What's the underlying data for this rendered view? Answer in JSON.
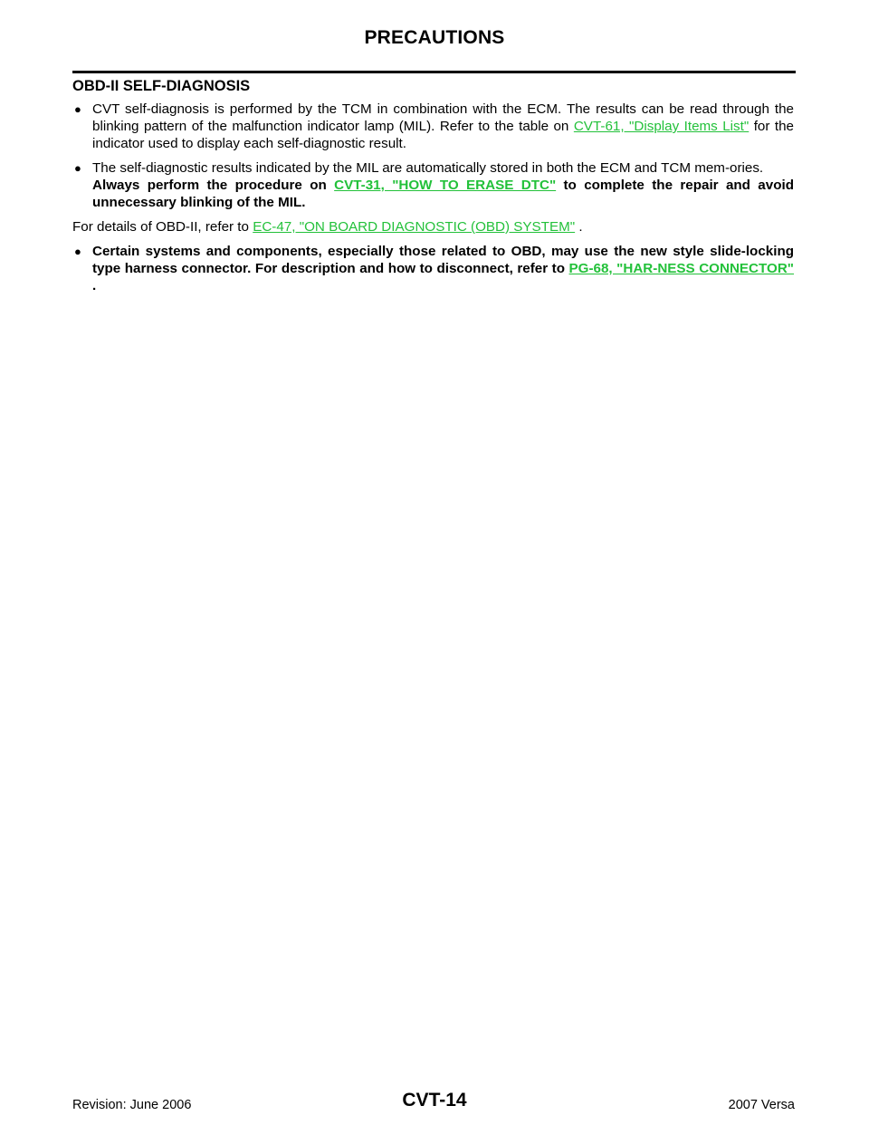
{
  "header": {
    "title": "PRECAUTIONS"
  },
  "section": {
    "heading": "OBD-II SELF-DIAGNOSIS",
    "bullet1": {
      "text1": "CVT self-diagnosis is performed by the TCM in combination with the ECM. The results can be read through the blinking pattern of the malfunction indicator lamp (MIL). Refer to the table on ",
      "link": "CVT-61, \"Display Items List\"",
      "text2": "  for the indicator used to display each self-diagnostic result."
    },
    "bullet2": {
      "text1": "The self-diagnostic results indicated by the MIL are automatically stored in both the ECM and TCM mem-ories.",
      "bold_pre": "Always perform the procedure on ",
      "link": "CVT-31, \"HOW TO ERASE DTC\"",
      "bold_post": "  to complete the repair and avoid unnecessary blinking of the MIL."
    },
    "para": {
      "text1": "For details of OBD-II, refer to ",
      "link": "EC-47, \"ON BOARD DIAGNOSTIC (OBD) SYSTEM\"",
      "text2": " ."
    },
    "bullet3": {
      "bold_pre": "Certain systems and components, especially those related to OBD, may use the new style slide-locking type harness connector. For description and how to disconnect, refer to ",
      "link": "PG-68, \"HAR-NESS CONNECTOR\"",
      "bold_post": " ."
    },
    "bullet_glyph": "●"
  },
  "footer": {
    "revision": "Revision: June 2006",
    "page_code": "CVT-14",
    "model": "2007 Versa"
  },
  "colors": {
    "link": "#23c13a"
  }
}
